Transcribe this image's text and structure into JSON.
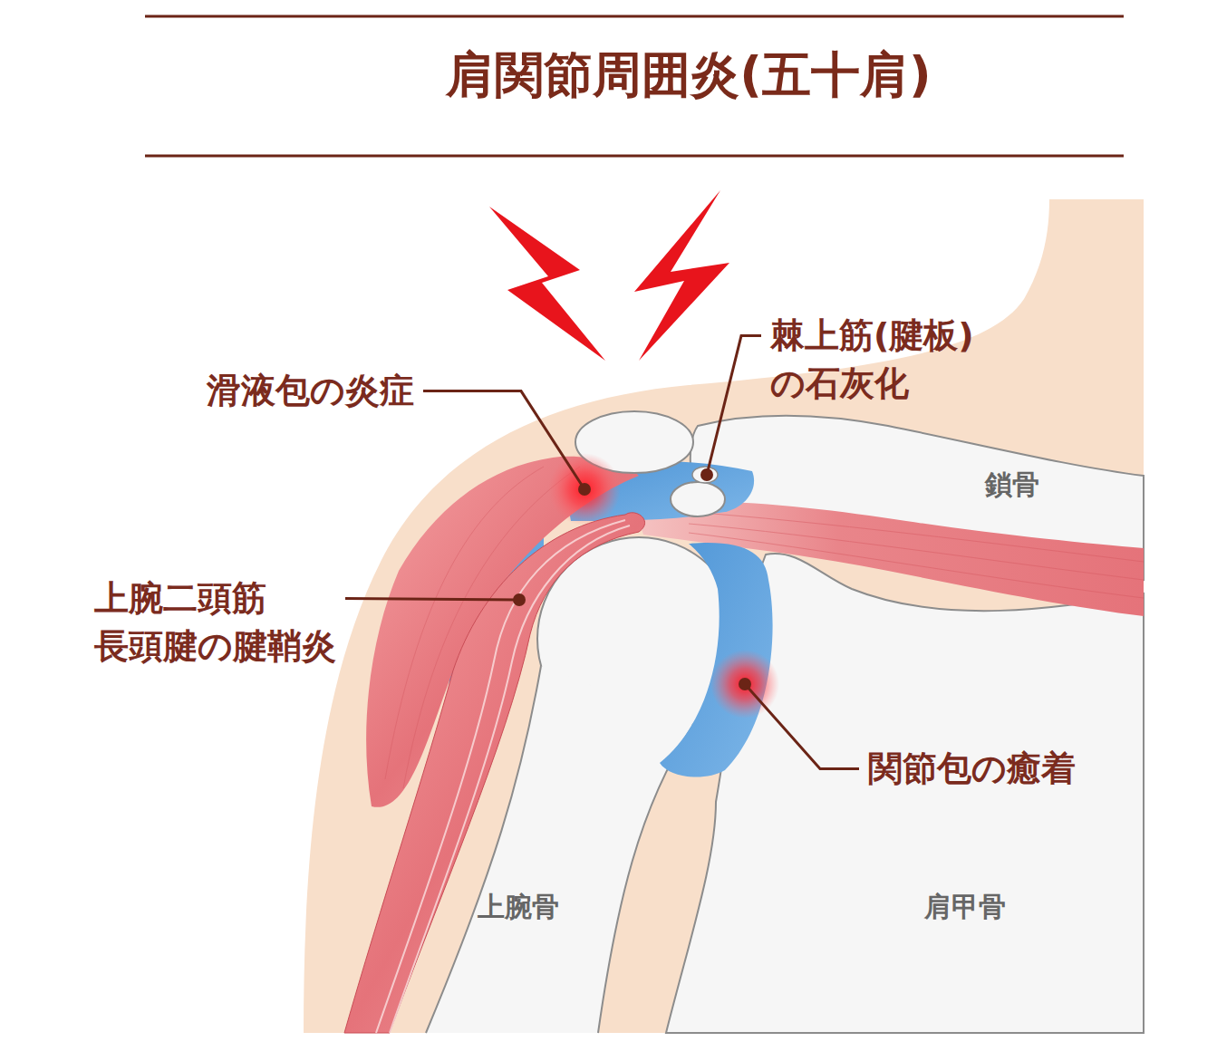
{
  "diagram": {
    "title": "肩関節周囲炎(五十肩)",
    "labels": [
      "滑液包の炎症",
      "棘上筋(腱板) の石灰化",
      "鎖骨",
      "上腕二頭筋 長頭腱の腱鞘炎",
      "関節包の癒着",
      "上腕骨",
      "肩甲骨"
    ]
  }
}
